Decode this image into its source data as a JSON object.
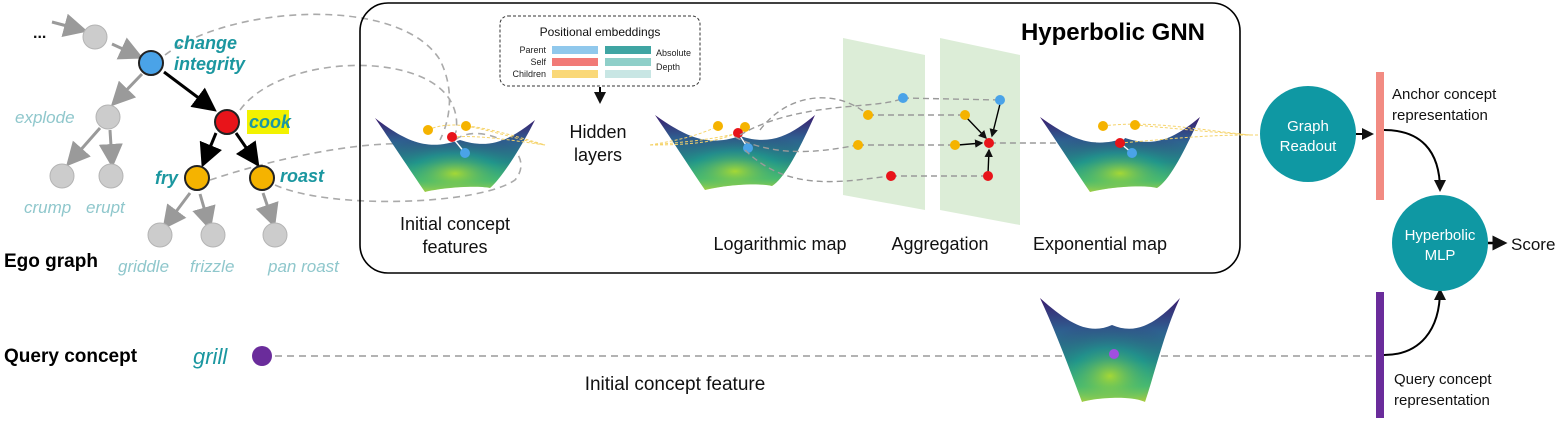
{
  "colors": {
    "teal": "#1b97a0",
    "pale_teal": "#8fc7cc",
    "node_gray": "#cccccc",
    "node_blue": "#4aa3e8",
    "node_red": "#e8141a",
    "node_yellow": "#f5b300",
    "node_purple": "#6a2c9b",
    "anchor_bar": "#f28b82",
    "query_bar": "#6a2c9b",
    "aggregation_plane": "#d6ead0"
  },
  "ego_graph": {
    "ellipsis": "...",
    "nodes": {
      "change_integrity_1": "change",
      "change_integrity_2": "integrity",
      "explode": "explode",
      "cook": "cook",
      "fry": "fry",
      "roast": "roast",
      "crump": "crump",
      "erupt": "erupt",
      "griddle": "griddle",
      "frizzle": "frizzle",
      "pan_roast": "pan roast"
    },
    "label": "Ego graph"
  },
  "query": {
    "label": "Query concept",
    "concept": "grill",
    "feature_label": "Initial concept feature"
  },
  "gnn": {
    "title": "Hyperbolic GNN",
    "positional": {
      "title": "Positional embeddings",
      "left_labels": [
        "Parent",
        "Self",
        "Children"
      ],
      "right_labels": [
        "Absolute",
        "Depth"
      ]
    },
    "hidden_layers": [
      "Hidden",
      "layers"
    ],
    "initial_features": [
      "Initial concept",
      "features"
    ],
    "log_map": "Logarithmic map",
    "aggregation": "Aggregation",
    "exp_map": "Exponential map"
  },
  "readout": [
    "Graph",
    "Readout"
  ],
  "anchor_rep": [
    "Anchor concept",
    "representation"
  ],
  "query_rep": [
    "Query concept",
    "representation"
  ],
  "mlp": [
    "Hyperbolic",
    "MLP"
  ],
  "score": "Score"
}
